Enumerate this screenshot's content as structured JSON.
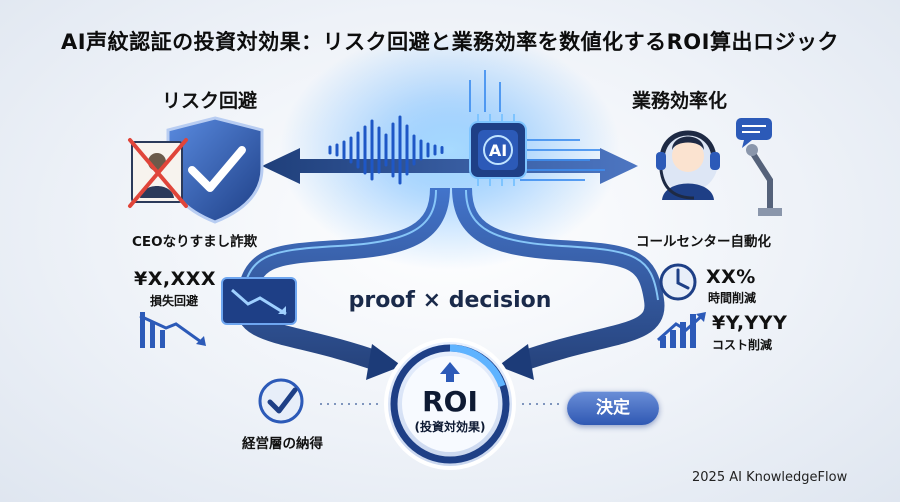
{
  "title": "AI声紋認証の投資対効果：リスク回避と業務効率を数値化するROI算出ロジック",
  "left": {
    "heading": "リスク回避",
    "caption": "CEOなりすまし詐欺",
    "amount": "¥X,XXX",
    "amount_label": "損失回避"
  },
  "right": {
    "heading": "業務効率化",
    "caption": "コールセンター自動化",
    "percent": "XX%",
    "percent_label": "時間削減",
    "amount": "¥Y,YYY",
    "amount_label": "コスト削減"
  },
  "center": {
    "chip_label": "AI",
    "formula": "proof × decision",
    "roi": "ROI",
    "roi_sub": "(投資対効果)"
  },
  "bottom_left_caption": "経営層の納得",
  "decide_button": "決定",
  "footer": "2025 AI KnowledgeFlow",
  "colors": {
    "primary": "#2f58b3",
    "glow": "#3fa9ff",
    "alert": "#e0453a"
  }
}
